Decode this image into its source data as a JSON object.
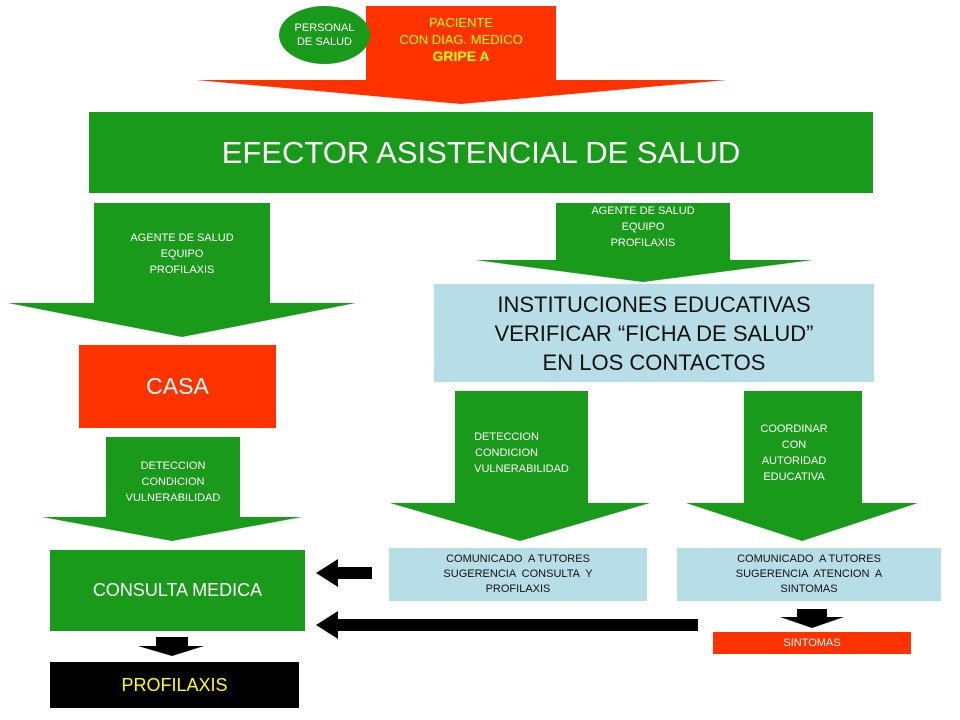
{
  "colors": {
    "green": "#1a9a1a",
    "red": "#ff3300",
    "light_blue": "#b7dde6",
    "black": "#000000",
    "yellow_text": "#ffff00"
  },
  "patient": {
    "badge_lines": [
      "PERSONAL",
      "DE SALUD"
    ],
    "lines": [
      "PACIENTE",
      "CON DIAG. MEDICO",
      "GRIPE A"
    ]
  },
  "efector": {
    "title": "EFECTOR ASISTENCIAL DE SALUD"
  },
  "agent_left": {
    "lines": [
      "AGENTE DE SALUD",
      "EQUIPO",
      "PROFILAXIS"
    ]
  },
  "agent_right": {
    "lines": [
      "AGENTE DE SALUD",
      "EQUIPO",
      "PROFILAXIS"
    ]
  },
  "casa": {
    "label": "CASA"
  },
  "instituciones": {
    "lines": [
      "INSTITUCIONES EDUCATIVAS",
      "VERIFICAR “FICHA DE SALUD”",
      "EN LOS CONTACTOS"
    ]
  },
  "detect_left": {
    "lines": [
      "DETECCION",
      "CONDICION",
      "VULNERABILIDAD"
    ]
  },
  "detect_mid": {
    "lines": [
      "DETECCION",
      "CONDICION",
      "VULNERABILIDAD"
    ]
  },
  "coordinar": {
    "lines": [
      "COORDINAR",
      "CON",
      "AUTORIDAD",
      "EDUCATIVA"
    ]
  },
  "consulta": {
    "label": "CONSULTA MEDICA"
  },
  "comunicado_left": {
    "lines": [
      "COMUNICADO  A TUTORES",
      "SUGERENCIA  CONSULTA  Y",
      "PROFILAXIS"
    ]
  },
  "comunicado_right": {
    "lines": [
      "COMUNICADO  A TUTORES",
      "SUGERENCIA  ATENCION  A",
      "SINTOMAS"
    ]
  },
  "sintomas": {
    "label": "SINTOMAS"
  },
  "profilaxis": {
    "label": "PROFILAXIS"
  }
}
